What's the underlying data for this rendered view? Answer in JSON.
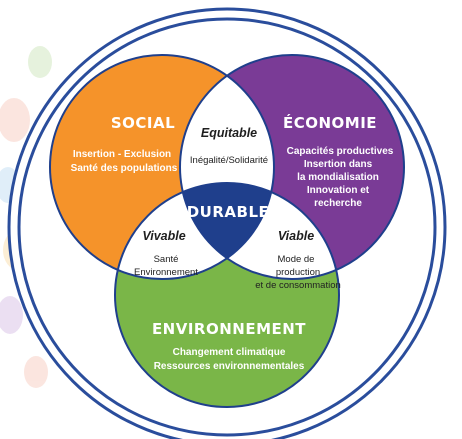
{
  "social": {
    "title": "SOCIAL",
    "lines": [
      "Insertion - Exclusion",
      "Santé des populations"
    ]
  },
  "economie": {
    "title": "ÉCONOMIE",
    "lines": [
      "Capacités productives",
      "Insertion dans",
      "la mondialisation",
      "Innovation et",
      "recherche"
    ]
  },
  "environnement": {
    "title": "ENVIRONNEMENT",
    "lines": [
      "Changement climatique",
      "Ressources environnementales"
    ]
  },
  "equitable": {
    "label": "Equitable",
    "desc": "Inégalité/Solidarité"
  },
  "vivable": {
    "label": "Vivable",
    "lines": [
      "Santé",
      "Environnement"
    ]
  },
  "viable": {
    "label": "Viable",
    "lines": [
      "Mode de",
      "production",
      "et de consommation"
    ]
  },
  "center": {
    "label": "DURABLE"
  },
  "colors": {
    "social": "#f5932a",
    "economie": "#7a3b96",
    "environnement": "#7ab648",
    "overlap": "#ffffff",
    "center": "#1f3f8c",
    "outline": "#1f3f8c",
    "ring": "#2a4d9c"
  }
}
